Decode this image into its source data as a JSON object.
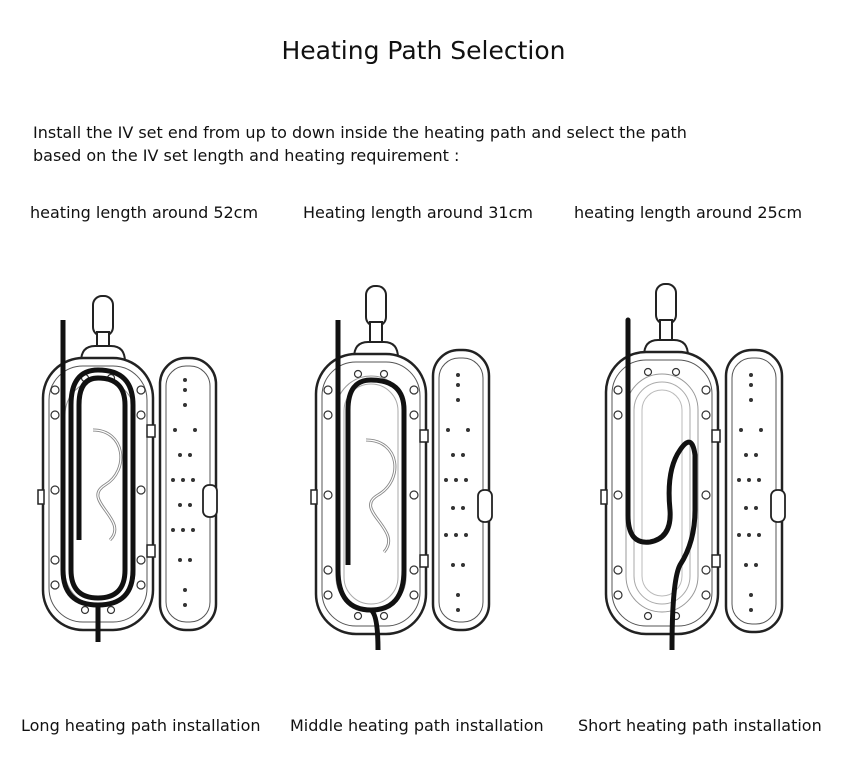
{
  "title": "Heating Path Selection",
  "instructions": {
    "line1": "Install the IV set end from up to down inside the heating path and select the path",
    "line2": "based on the IV set length and heating requirement :"
  },
  "panels": [
    {
      "length_label": "heating length around 52cm",
      "caption": "Long heating path installation"
    },
    {
      "length_label": "Heating length around 31cm",
      "caption": "Middle heating path installation"
    },
    {
      "length_label": "heating length around 25cm",
      "caption": "Short heating path installation"
    }
  ]
}
